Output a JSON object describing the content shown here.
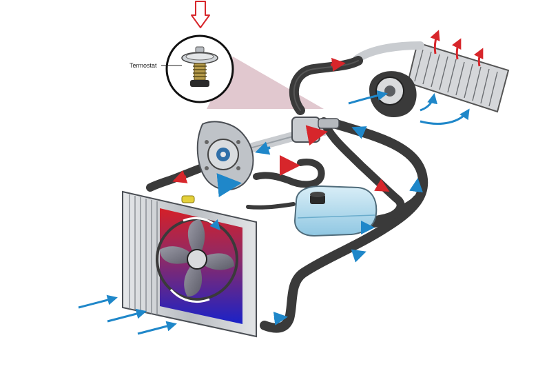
{
  "callout": {
    "label": "Termostat",
    "indicator": "red-outline-arrow-down"
  },
  "colors": {
    "hot": "#d7262b",
    "cold": "#1f87c9",
    "hose": "#3a3a3a",
    "hose_dark": "#1f1f1f",
    "metal": "#c9ccd0",
    "reservoir": "#bfe1f0",
    "callout_wedge": "#c89aa8"
  },
  "flow_markers": {
    "hot": "red-arrows",
    "cold": "blue-arrows",
    "intake_air": "blue-airflow-arrows",
    "heater_air": "red-heat-arrows"
  }
}
